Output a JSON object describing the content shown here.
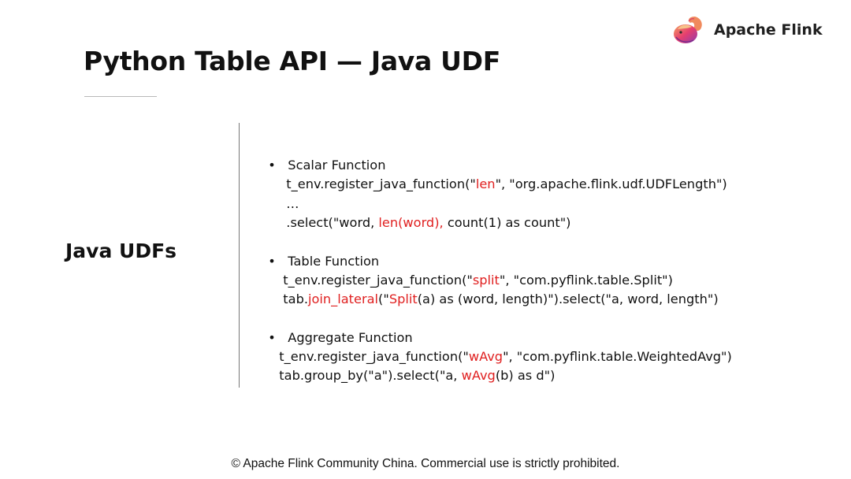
{
  "header": {
    "logo_text": "Apache Flink",
    "title": "Python Table API — Java UDF"
  },
  "side_label": "Java UDFs",
  "sections": [
    {
      "heading": "Scalar Function",
      "lines": [
        [
          {
            "t": "t_env.register_java_function(\""
          },
          {
            "t": "len",
            "hl": true
          },
          {
            "t": "\", \"org.apache.flink.udf.UDFLength\")"
          }
        ],
        [
          {
            "t": "…"
          }
        ],
        [
          {
            "t": ".select(\"word, "
          },
          {
            "t": "len(word),",
            "hl": true
          },
          {
            "t": " count(1) as count\")"
          }
        ]
      ]
    },
    {
      "heading": "Table Function",
      "lines": [
        [
          {
            "t": "t_env.register_java_function(\""
          },
          {
            "t": "split",
            "hl": true
          },
          {
            "t": "\", \"com.pyflink.table.Split\")"
          }
        ],
        [
          {
            "t": "tab."
          },
          {
            "t": "join_lateral",
            "hl": true
          },
          {
            "t": "(\""
          },
          {
            "t": "Split",
            "hl": true
          },
          {
            "t": "(a) as (word, length)\").select(\"a, word, length\")"
          }
        ]
      ]
    },
    {
      "heading": "Aggregate Function",
      "lines": [
        [
          {
            "t": "t_env.register_java_function(\""
          },
          {
            "t": "wAvg",
            "hl": true
          },
          {
            "t": "\", \"com.pyflink.table.WeightedAvg\")"
          }
        ],
        [
          {
            "t": "tab.group_by(\"a\").select(\"a, "
          },
          {
            "t": "wAvg",
            "hl": true
          },
          {
            "t": "(b) as d\")"
          }
        ]
      ]
    }
  ],
  "footer": "© Apache Flink Community China. Commercial use is strictly prohibited.",
  "colors": {
    "highlight": "#e02020",
    "text": "#111111"
  },
  "icons": {
    "logo": "squirrel-logo-icon",
    "bullet": "bullet-dot"
  }
}
